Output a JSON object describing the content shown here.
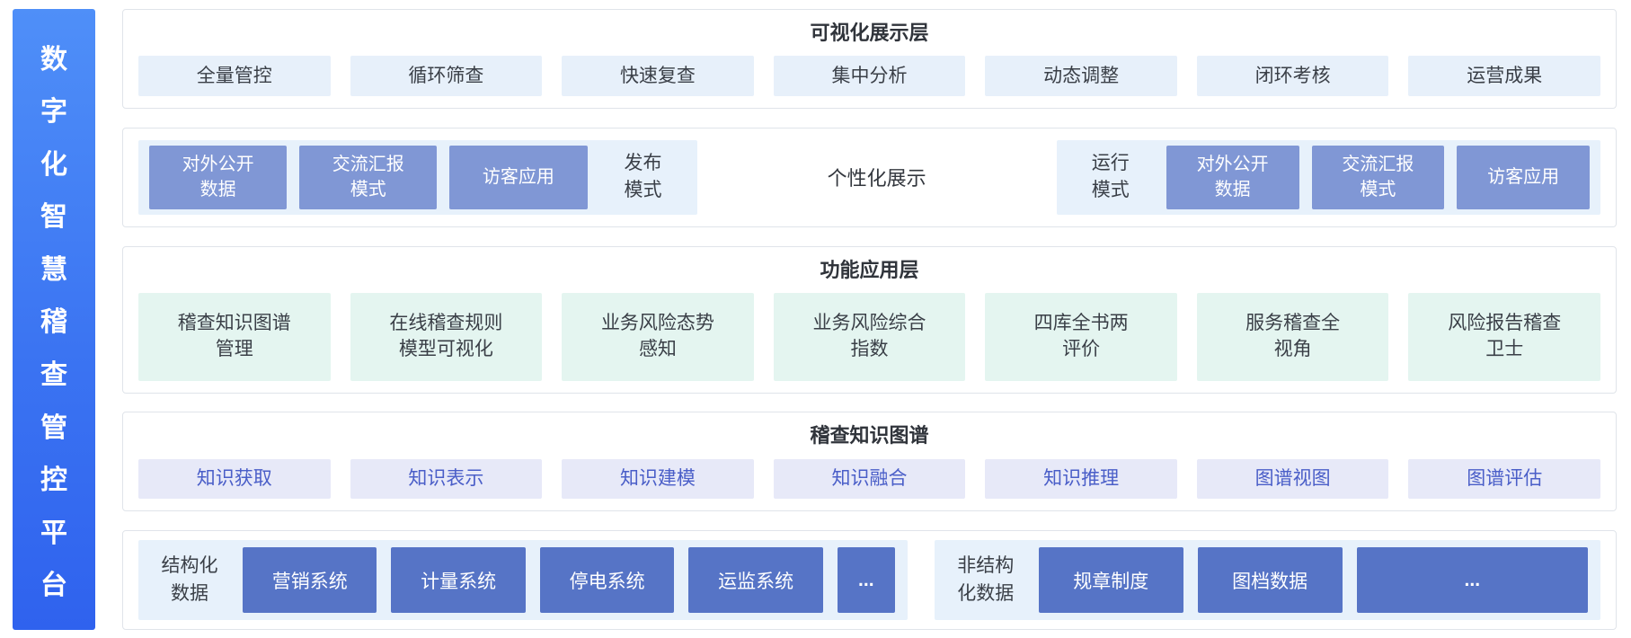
{
  "colors": {
    "sidebar_gradient_top": "#4f8ff8",
    "sidebar_gradient_bottom": "#2f62ee",
    "light_blue_chip": "#e7f0fa",
    "mint_chip": "#e4f5f0",
    "lavender_chip": "#e7e9f8",
    "lavender_text": "#4a5ec8",
    "periwinkle_box": "#8097d5",
    "dark_blue_box": "#5674c6",
    "strip_bg": "#e7f1fb",
    "card_border": "#e0e4ea"
  },
  "platform": {
    "title": "数字化智慧稽查管控平台",
    "chars": [
      "数",
      "字",
      "化",
      "智",
      "慧",
      "稽",
      "查",
      "管",
      "控",
      "平",
      "台"
    ]
  },
  "visualization_layer": {
    "title": "可视化展示层",
    "items": [
      "全量管控",
      "循环筛查",
      "快速复查",
      "集中分析",
      "动态调整",
      "闭环考核",
      "运营成果"
    ]
  },
  "display_modes": {
    "publish": {
      "label": "发布\n模式",
      "boxes": [
        "对外公开\n数据",
        "交流汇报\n模式",
        "访客应用"
      ]
    },
    "center_label": "个性化展示",
    "run": {
      "label": "运行\n模式",
      "boxes": [
        "对外公开\n数据",
        "交流汇报\n模式",
        "访客应用"
      ]
    }
  },
  "function_layer": {
    "title": "功能应用层",
    "items": [
      "稽查知识图谱\n管理",
      "在线稽查规则\n模型可视化",
      "业务风险态势\n感知",
      "业务风险综合\n指数",
      "四库全书两\n评价",
      "服务稽查全\n视角",
      "风险报告稽查\n卫士"
    ]
  },
  "knowledge_graph_layer": {
    "title": "稽查知识图谱",
    "items": [
      "知识获取",
      "知识表示",
      "知识建模",
      "知识融合",
      "知识推理",
      "图谱视图",
      "图谱评估"
    ]
  },
  "data_layer": {
    "structured": {
      "label": "结构化\n数据",
      "items": [
        "营销系统",
        "计量系统",
        "停电系统",
        "运监系统"
      ],
      "more": "..."
    },
    "unstructured": {
      "label": "非结构\n化数据",
      "items": [
        "规章制度",
        "图档数据"
      ],
      "more": "..."
    }
  }
}
